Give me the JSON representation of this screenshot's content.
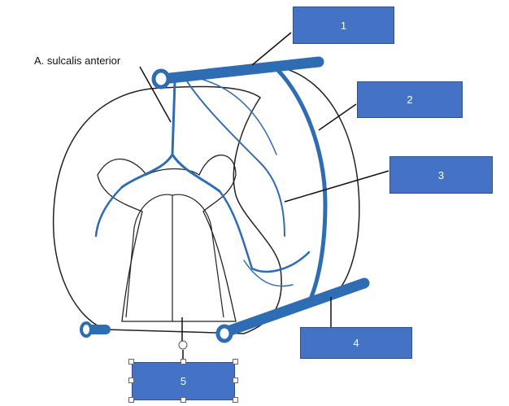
{
  "diagram": {
    "annotation": "A. sulcalis anterior",
    "labels": [
      "1",
      "2",
      "3",
      "4",
      "5"
    ],
    "colors": {
      "box": "#4472C4",
      "vessel": "#2E6DB4"
    }
  }
}
